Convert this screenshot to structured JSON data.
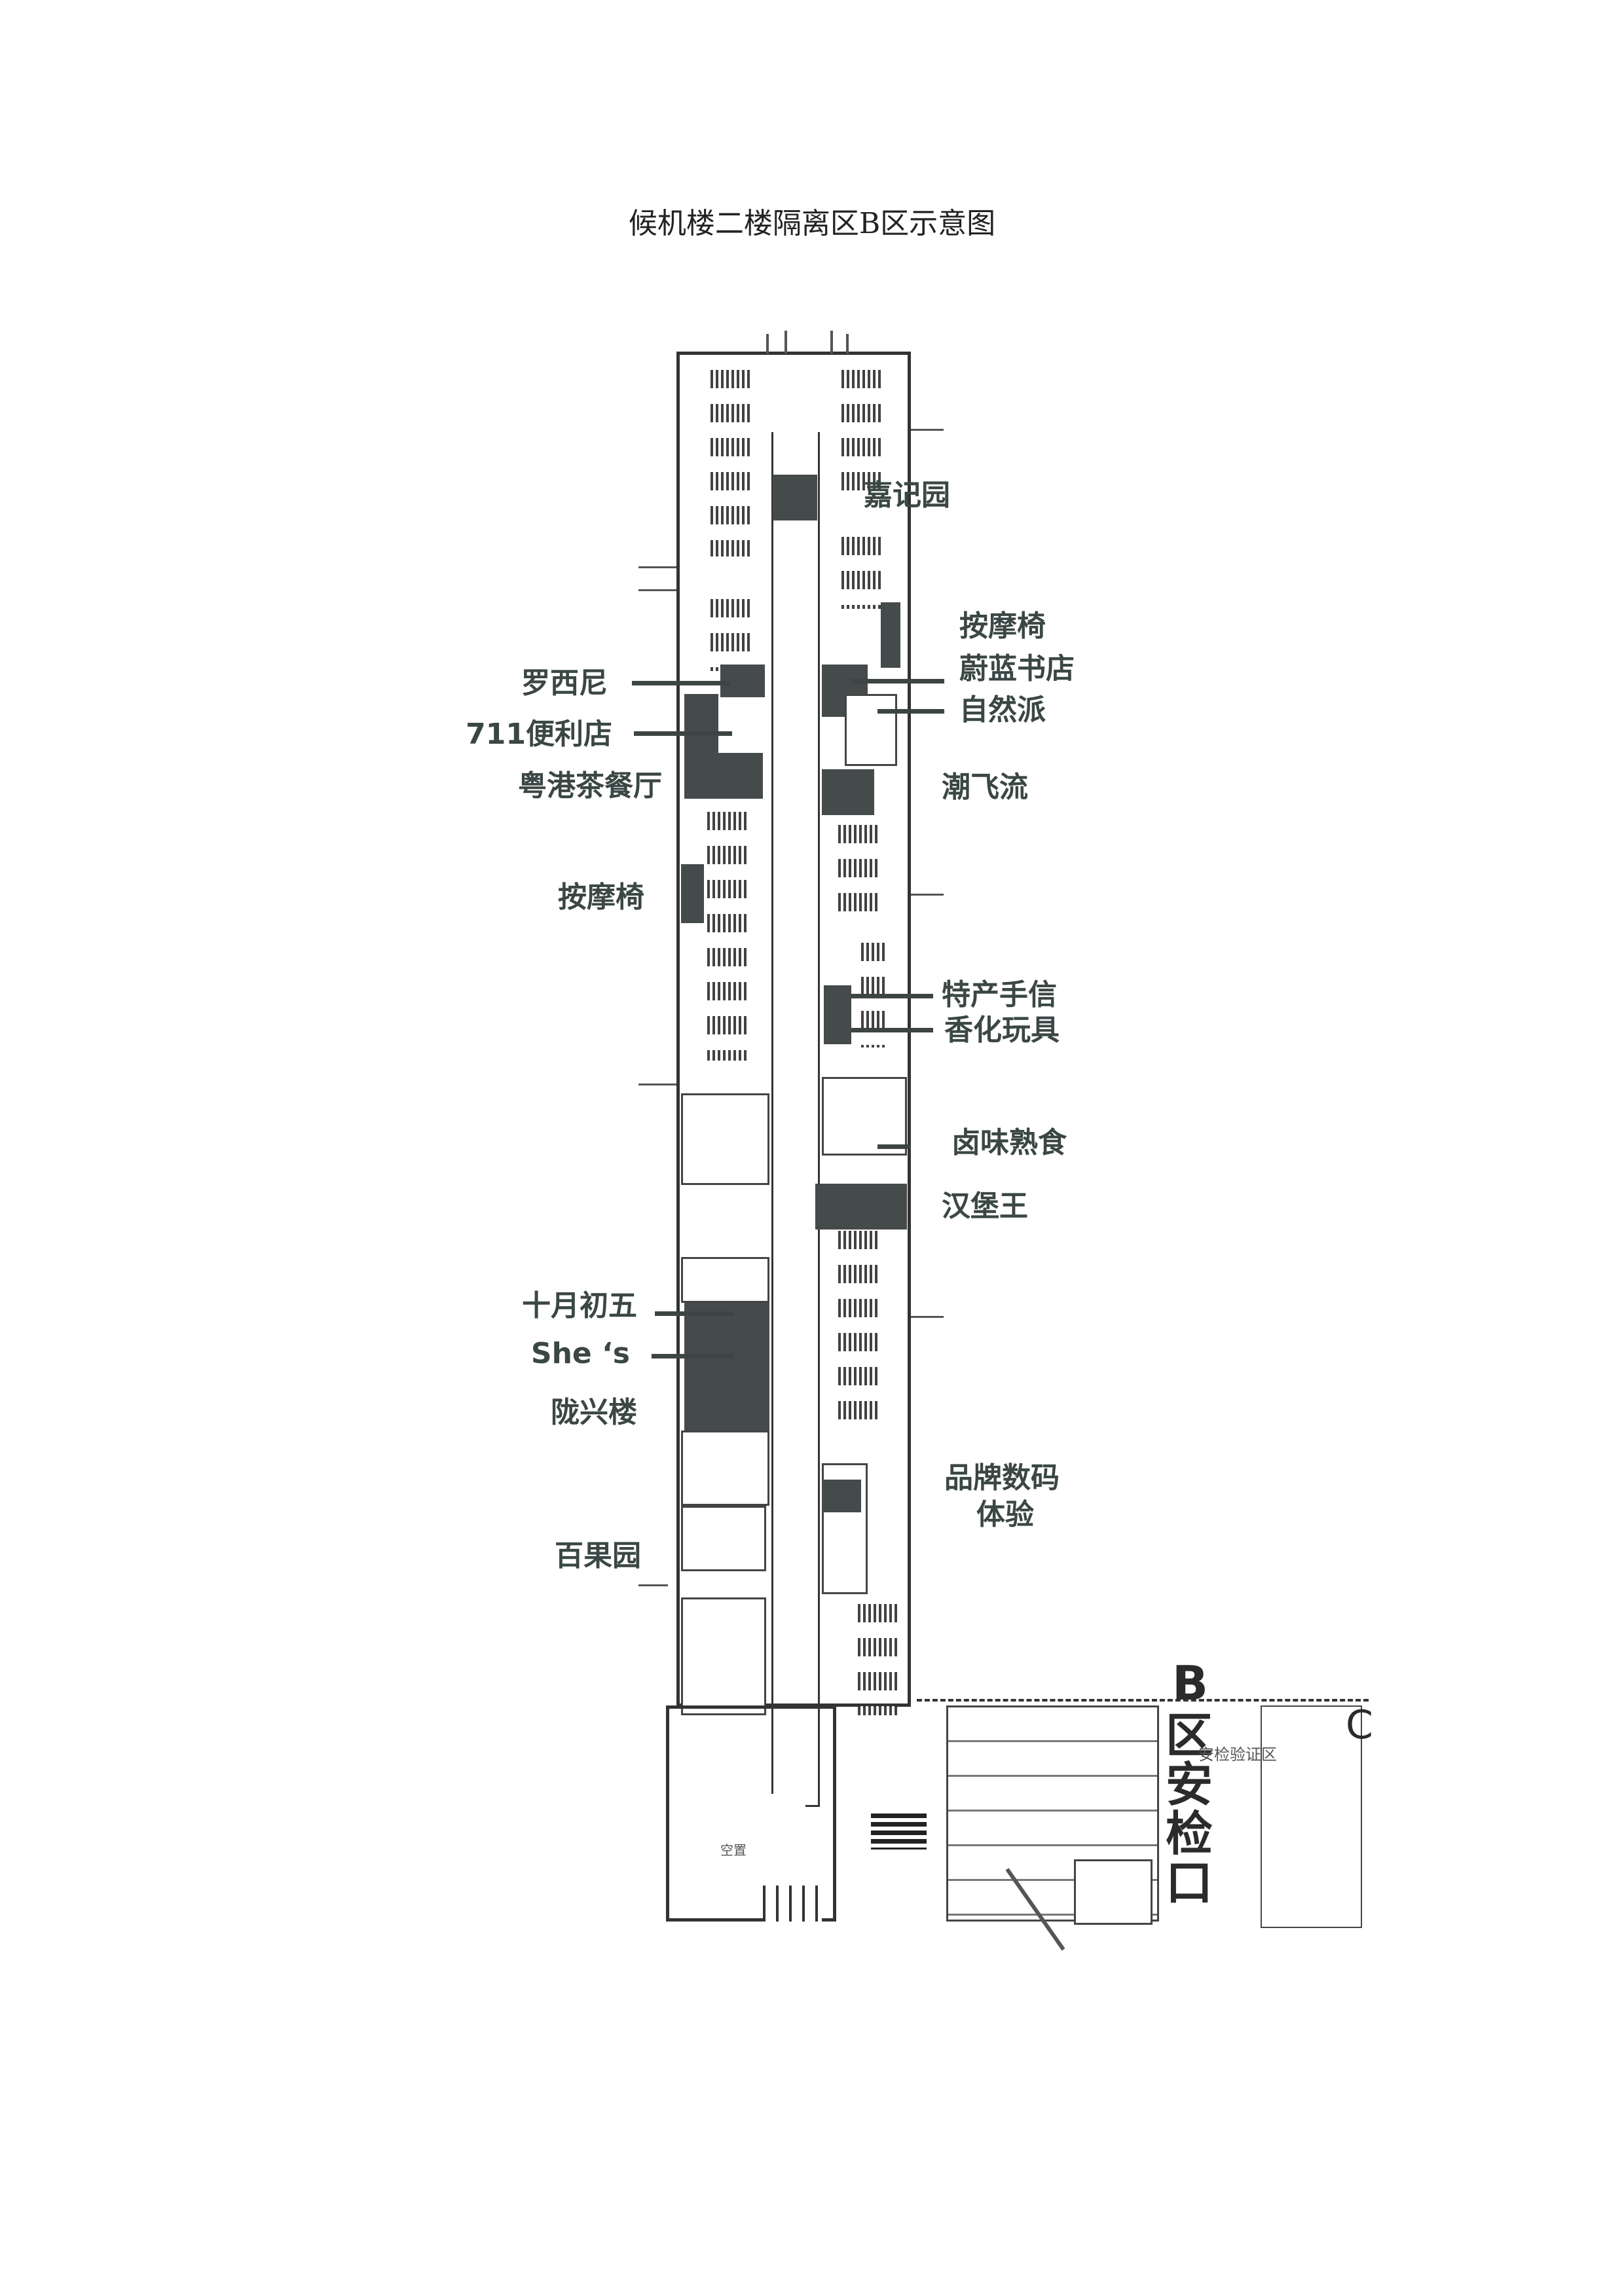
{
  "title": "候机楼二楼隔离区B区示意图",
  "labels_right": {
    "jiajiyuan": "嘉记园",
    "massage_right": "按摩椅",
    "weilan_books": "蔚蓝书店",
    "ziranpai": "自然派",
    "chaofeiliu": "潮飞流",
    "local_gifts": "特产手信",
    "cosmetics_toys": "香化玩具",
    "braised_food": "卤味熟食",
    "burger_king": "汉堡王",
    "brand_digital_1": "品牌数码",
    "brand_digital_2": "体验"
  },
  "labels_left": {
    "rossini": "罗西尼",
    "seven_eleven": "711便利店",
    "hk_cafe": "粤港茶餐厅",
    "massage_left": "按摩椅",
    "shiyuechuwu": "十月初五",
    "shes": "She ‘s",
    "longxinglou": "陇兴楼",
    "baiguoyuan": "百果园"
  },
  "security": {
    "letter": "B",
    "chars": [
      "区",
      "安",
      "检",
      "口"
    ],
    "small_label": "安检验证区",
    "c_zone": "C"
  },
  "vacant_label": "空置",
  "colors": {
    "shop": "#454a4a",
    "label": "#3a4745"
  }
}
